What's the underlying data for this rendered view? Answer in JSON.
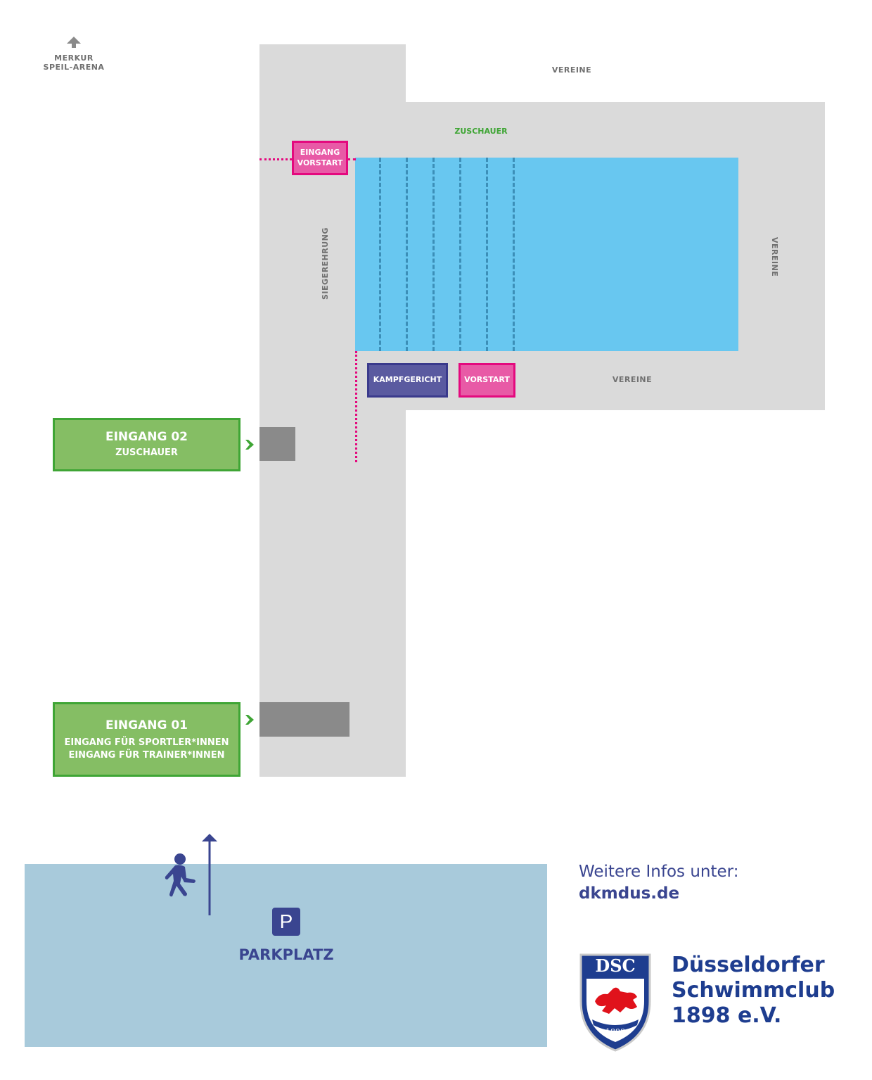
{
  "map": {
    "north_marker": {
      "line1": "MERKUR",
      "line2": "SPEIL-ARENA",
      "icon": "arrow-up-icon"
    },
    "areas": {
      "vereine_top": "VEREINE",
      "zuschauer": "ZUSCHAUER",
      "siegerehrung": "SIEGEREHRUNG",
      "vereine_right": "VEREINE",
      "vereine_bottom": "VEREINE"
    },
    "boxes": {
      "eingang_vorstart_line1": "EINGANG",
      "eingang_vorstart_line2": "VORSTART",
      "kampfgericht": "KAMPFGERICHT",
      "vorstart": "VORSTART"
    },
    "entrances": {
      "eingang02_title": "EINGANG 02",
      "eingang02_sub": "ZUSCHAUER",
      "eingang01_title": "EINGANG 01",
      "eingang01_sub1": "EINGANG FÜR SPORTLER*INNEN",
      "eingang01_sub2": "EINGANG FÜR TRAINER*INNEN"
    },
    "parking": {
      "sign": "P",
      "label": "PARKPLATZ",
      "icon": "pedestrian-icon"
    },
    "colors": {
      "pool": "#68c7f0",
      "floor": "#dadada",
      "green": "#85be64",
      "pink": "#e4097e",
      "purple": "#5a5aa0",
      "parking": "#a8cadb",
      "navy": "#3a4590"
    }
  },
  "footer": {
    "info_text": "Weitere Infos unter:",
    "info_url": "dkmdus.de",
    "club_line1": "Düsseldorfer",
    "club_line2": "Schwimmclub",
    "club_line3": "1898 e.V.",
    "logo_text": "DSC",
    "logo_year": "1898"
  }
}
